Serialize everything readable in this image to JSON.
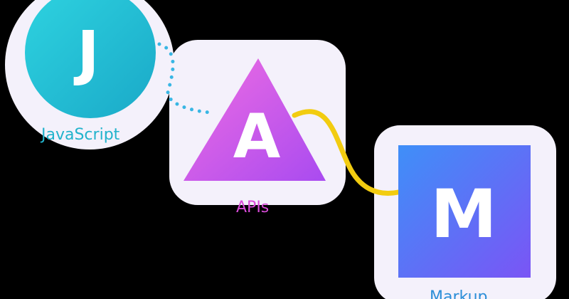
{
  "nodes": {
    "javascript": {
      "letter": "J",
      "label": "JavaScript",
      "label_color": "#22b3cc",
      "gradient": [
        "#2ed3e0",
        "#1aa9c8"
      ]
    },
    "apis": {
      "letter": "A",
      "label": "APIs",
      "label_color": "#d94bd9",
      "gradient": [
        "#f06de2",
        "#a94bf0"
      ]
    },
    "markup": {
      "letter": "M",
      "label": "Markup",
      "label_color": "#2b8ed8",
      "gradient": [
        "#3f8ff8",
        "#7a55f5"
      ]
    }
  },
  "connectors": {
    "js_to_apis": {
      "style": "dotted",
      "color": "#38b6e4"
    },
    "apis_to_markup": {
      "style": "solid",
      "color": "#f2cc10"
    }
  },
  "colors": {
    "background": "#000000",
    "halo": "#f4f1fb"
  }
}
